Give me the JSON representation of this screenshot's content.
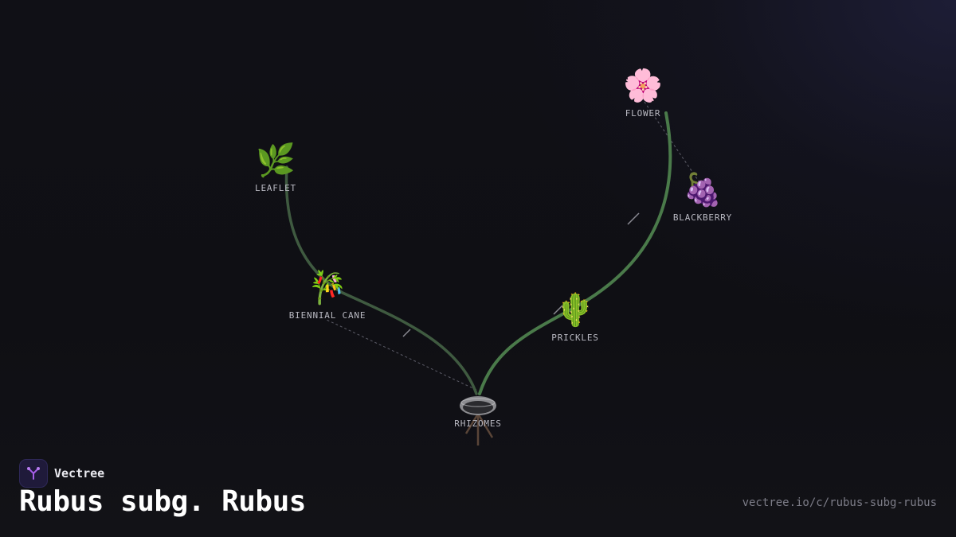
{
  "brand": {
    "name": "Vectree",
    "logo_icon": "vectree-tree-icon",
    "accent": "#a65de8"
  },
  "diagram": {
    "title": "Rubus subg. Rubus",
    "url": "vectree.io/c/rubus-subg-rubus",
    "root": {
      "label": "RHIZOMES",
      "icon": "rhizome-bowl-icon"
    },
    "nodes": [
      {
        "id": "leaflet",
        "label": "LEAFLET",
        "glyph": "🌿",
        "icon": "leaf-icon"
      },
      {
        "id": "biennial-cane",
        "label": "BIENNIAL CANE",
        "glyph": "🎋",
        "icon": "cane-icon"
      },
      {
        "id": "prickles",
        "label": "PRICKLES",
        "glyph": "🌵",
        "icon": "cactus-icon"
      },
      {
        "id": "flower",
        "label": "FLOWER",
        "glyph": "🌸",
        "icon": "flower-icon"
      },
      {
        "id": "blackberry",
        "label": "BLACKBERRY",
        "glyph": "🍇",
        "icon": "berry-icon"
      }
    ],
    "colors": {
      "branch_left": "#3f5a40",
      "branch_right": "#4a7a4a",
      "roots": "#5a4538",
      "connector": "#6a6a74"
    }
  }
}
